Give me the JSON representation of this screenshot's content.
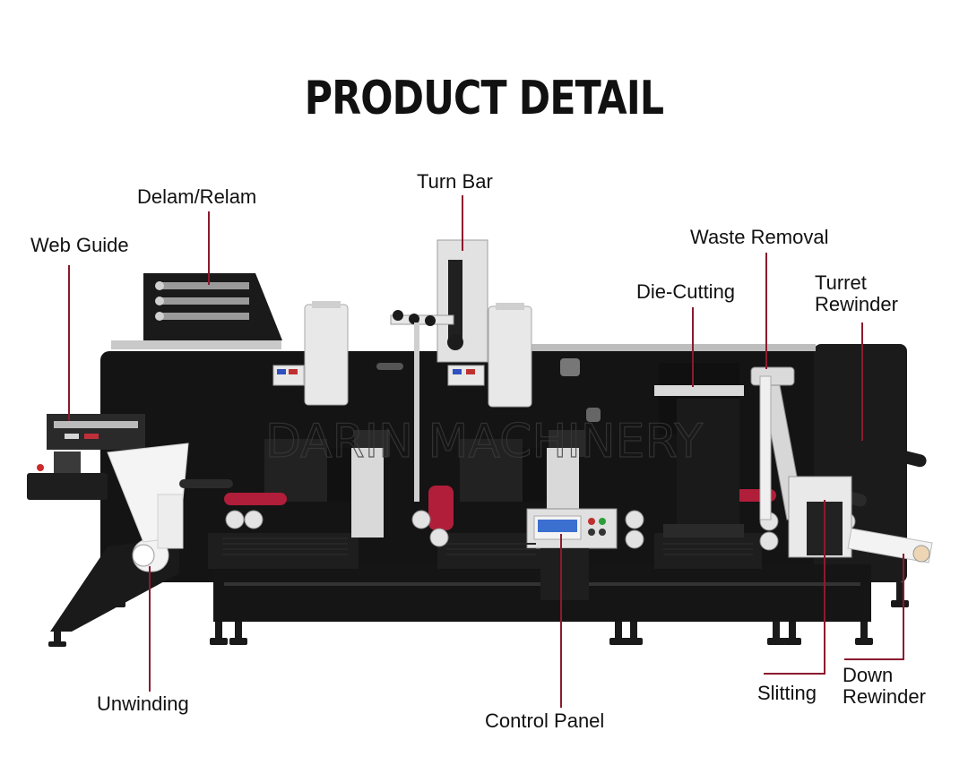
{
  "title": "PRODUCT DETAIL",
  "watermark": "DARIN MACHINERY",
  "leader_color": "#8b1a2e",
  "labels": {
    "web_guide": "Web Guide",
    "delam_relam": "Delam/Relam",
    "turn_bar": "Turn Bar",
    "waste_removal": "Waste Removal",
    "die_cutting": "Die-Cutting",
    "turret_rewinder_line1": "Turret",
    "turret_rewinder_line2": "Rewinder",
    "unwinding": "Unwinding",
    "control_panel": "Control Panel",
    "slitting": "Slitting",
    "down_rewinder_line1": "Down",
    "down_rewinder_line2": "Rewinder"
  }
}
